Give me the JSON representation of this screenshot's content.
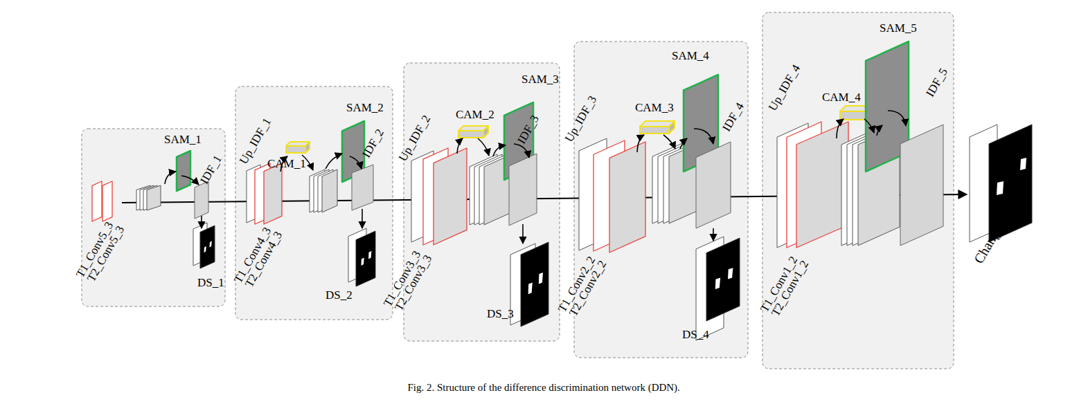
{
  "diagram": {
    "caption": "Fig. 2. Structure of the difference discrimination network (DDN).",
    "labels": [
      "T1_Conv5_3",
      "T2_Conv5_3",
      "SAM_1",
      "IDF_1",
      "DS_1",
      "Up_IDF_1",
      "T1_Conv4_3",
      "T2_Conv4_3",
      "CAM_1",
      "SAM_2",
      "IDF_2",
      "DS_2",
      "Up_IDF_2",
      "T1_Conv3_3",
      "T2_Conv3_3",
      "CAM_2",
      "SAM_3",
      "IDF_3",
      "DS_3",
      "Up_IDF_3",
      "T1_Conv2_2",
      "T2_Conv2_2",
      "CAM_3",
      "SAM_4",
      "IDF_4",
      "DS_4",
      "Up_IDF_4",
      "T1_Conv1_2",
      "T2_Conv1_2",
      "CAM_4",
      "SAM_5",
      "IDF_5",
      "Change map"
    ]
  }
}
